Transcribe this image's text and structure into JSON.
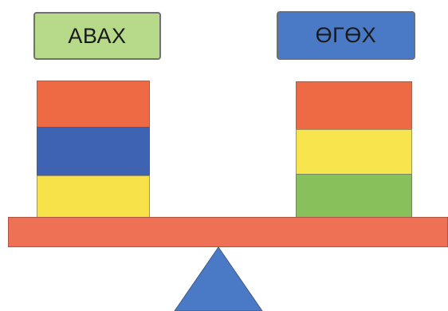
{
  "labels": {
    "left": "АВАХ",
    "right": "ӨГӨХ"
  },
  "colors": {
    "left_label": "#b7d98a",
    "right_label": "#4a79c6",
    "red": "#ee6a44",
    "blue": "#3f63b3",
    "yellow": "#f7e24a",
    "green": "#88c05b",
    "beam": "#ef7155",
    "fulcrum": "#4a79c6"
  },
  "left_stack": [
    "red-block",
    "blue-block",
    "yellow-block"
  ],
  "right_stack": [
    "red-block",
    "yellow-block",
    "green-block"
  ]
}
